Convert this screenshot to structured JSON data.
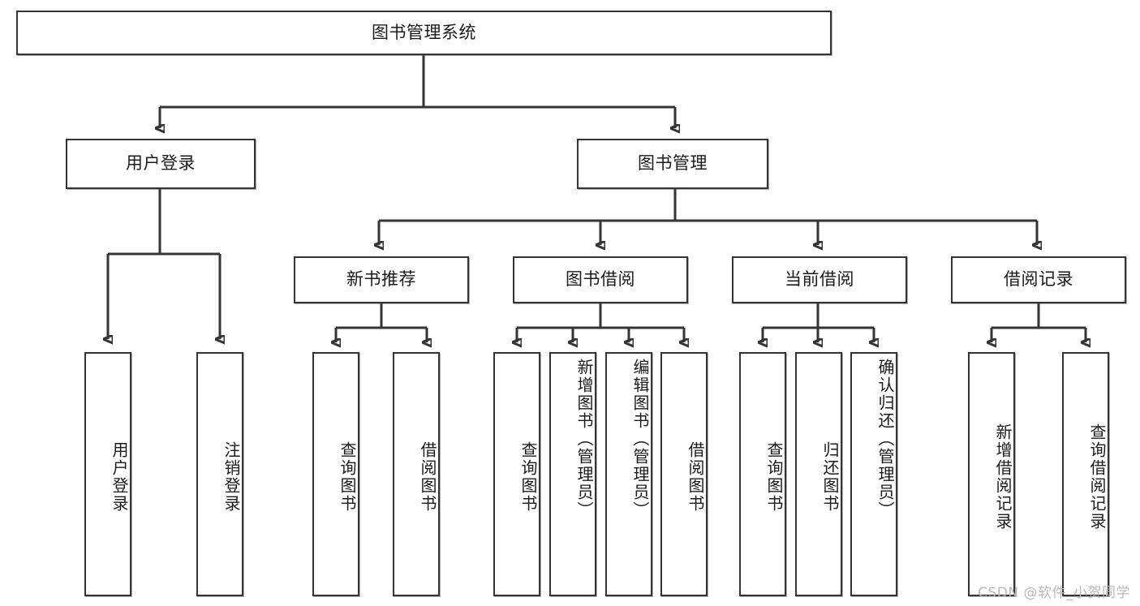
{
  "diagram": {
    "title": "图书管理系统",
    "type": "hierarchy-tree",
    "root": {
      "label": "图书管理系统"
    },
    "level2": [
      {
        "label": "用户登录"
      },
      {
        "label": "图书管理"
      }
    ],
    "level3": [
      {
        "label": "新书推荐"
      },
      {
        "label": "图书借阅"
      },
      {
        "label": "当前借阅"
      },
      {
        "label": "借阅记录"
      }
    ],
    "leaves": {
      "user_login": [
        {
          "label": "用户登录"
        },
        {
          "label": "注销登录"
        }
      ],
      "new_book_recommend": [
        {
          "label": "查询图书"
        },
        {
          "label": "借阅图书"
        }
      ],
      "book_borrow": [
        {
          "label": "查询图书"
        },
        {
          "label": "新增图书（管理员）"
        },
        {
          "label": "编辑图书（管理员）"
        },
        {
          "label": "借阅图书"
        }
      ],
      "current_borrow": [
        {
          "label": "查询图书"
        },
        {
          "label": "归还图书"
        },
        {
          "label": "确认归还（管理员）"
        }
      ],
      "borrow_record": [
        {
          "label": "新增借阅记录"
        },
        {
          "label": "查询借阅记录"
        }
      ]
    }
  },
  "watermark": {
    "text": "CSDN @软件_小贺同学"
  },
  "colors": {
    "stroke": "#333436",
    "background": "#ffffff",
    "text": "#1b1b1b",
    "watermark": "#b9b9b9"
  }
}
